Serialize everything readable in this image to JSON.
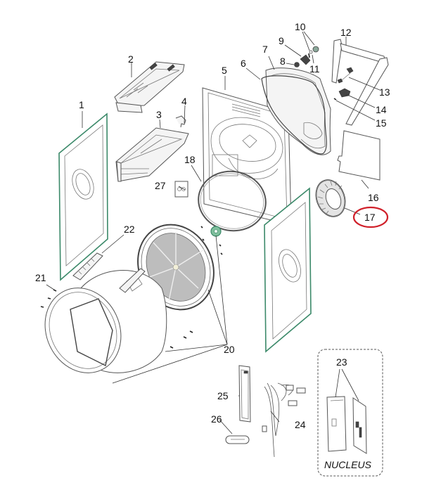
{
  "diagram": {
    "title": "Dryer exploded parts diagram",
    "highlight_color": "#d0202a",
    "accent_green": "#3c8a6a",
    "highlighted_part": "17",
    "callouts": [
      {
        "id": "1",
        "label": "1",
        "part": "front-panel"
      },
      {
        "id": "2",
        "label": "2",
        "part": "control-panel-top"
      },
      {
        "id": "3",
        "label": "3",
        "part": "dispenser-housing"
      },
      {
        "id": "4",
        "label": "4",
        "part": "small-bracket"
      },
      {
        "id": "5",
        "label": "5",
        "part": "rear-bulkhead"
      },
      {
        "id": "6",
        "label": "6",
        "part": "duct-gasket"
      },
      {
        "id": "7",
        "label": "7",
        "part": "air-duct-cover"
      },
      {
        "id": "8",
        "label": "8",
        "part": "nut"
      },
      {
        "id": "9",
        "label": "9",
        "part": "thermostat"
      },
      {
        "id": "10",
        "label": "10",
        "part": "sensor-pair"
      },
      {
        "id": "11",
        "label": "11",
        "part": "fastener"
      },
      {
        "id": "12",
        "label": "12",
        "part": "heater-frame"
      },
      {
        "id": "13",
        "label": "13",
        "part": "thermal-fuse"
      },
      {
        "id": "14",
        "label": "14",
        "part": "motor-connector"
      },
      {
        "id": "15",
        "label": "15",
        "part": "screw"
      },
      {
        "id": "16",
        "label": "16",
        "part": "rear-cover-plate"
      },
      {
        "id": "17",
        "label": "17",
        "part": "blower-wheel"
      },
      {
        "id": "18",
        "label": "18",
        "part": "drum-seal-ring"
      },
      {
        "id": "20",
        "label": "20",
        "part": "drum-bearing-assembly"
      },
      {
        "id": "21",
        "label": "21",
        "part": "screws"
      },
      {
        "id": "22",
        "label": "22",
        "part": "drum-lifter"
      },
      {
        "id": "23",
        "label": "23",
        "part": "control-module"
      },
      {
        "id": "24",
        "label": "24",
        "part": "wire-harness"
      },
      {
        "id": "25",
        "label": "25",
        "part": "support-rail"
      },
      {
        "id": "26",
        "label": "26",
        "part": "door-catch"
      },
      {
        "id": "27",
        "label": "27",
        "part": "switch-plate"
      }
    ],
    "nucleus_label": "NUCLEUS"
  }
}
